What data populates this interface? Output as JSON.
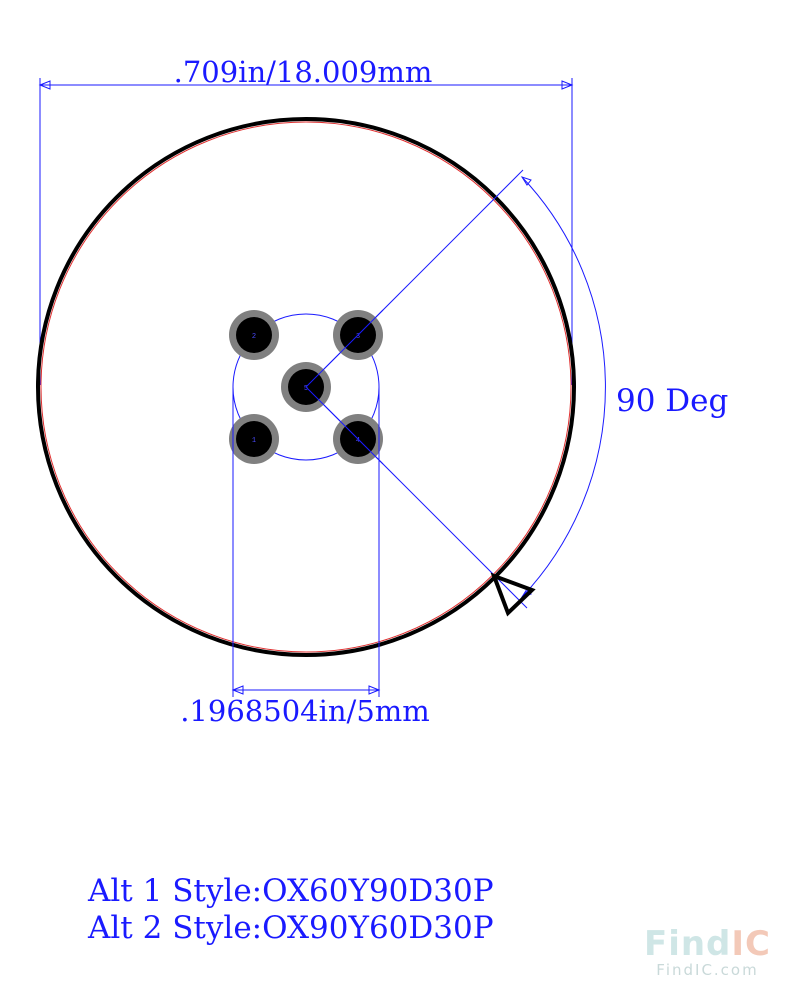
{
  "dimensions": {
    "top_width": ".709in/18.009mm",
    "bottom_spacing": ".1968504in/5mm",
    "angle": "90 Deg"
  },
  "pins": [
    {
      "label": "2"
    },
    {
      "label": "3"
    },
    {
      "label": "5"
    },
    {
      "label": "1"
    },
    {
      "label": "4"
    }
  ],
  "alt_styles": [
    "Alt 1 Style:OX60Y90D30P",
    "Alt 2 Style:OX90Y60D30P"
  ],
  "watermark": {
    "brand_find": "Find",
    "brand_ic": "IC",
    "url": "FindIC.com"
  },
  "colors": {
    "dimension": "#1a1aff",
    "outline": "#000000",
    "silk": "#e03030",
    "pad_ring": "#808080",
    "pad": "#000000"
  }
}
